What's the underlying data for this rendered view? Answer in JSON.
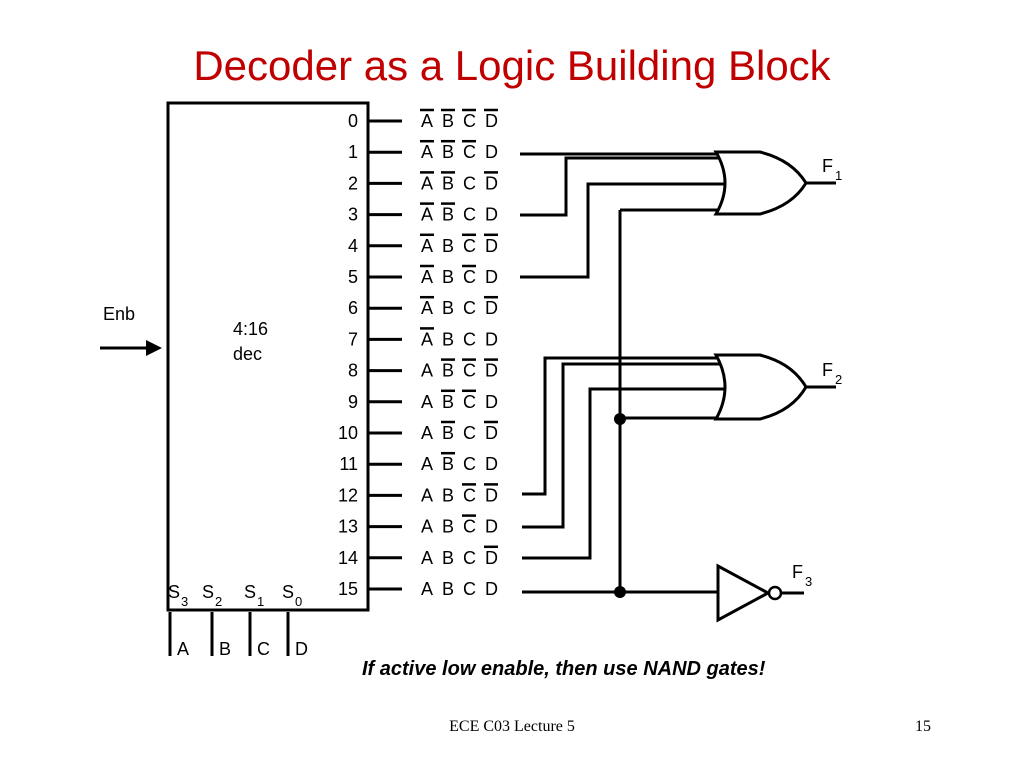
{
  "slide": {
    "title": "Decoder as a Logic Building Block",
    "note": "If active low enable, then use NAND gates!",
    "footer": "ECE C03 Lecture 5",
    "page_number": "15"
  },
  "decoder": {
    "label_line1": "4:16",
    "label_line2": "dec",
    "enable_label": "Enb",
    "outputs": [
      "0",
      "1",
      "2",
      "3",
      "4",
      "5",
      "6",
      "7",
      "8",
      "9",
      "10",
      "11",
      "12",
      "13",
      "14",
      "15"
    ],
    "selects": [
      {
        "s": "S",
        "sub": "3"
      },
      {
        "s": "S",
        "sub": "2"
      },
      {
        "s": "S",
        "sub": "1"
      },
      {
        "s": "S",
        "sub": "0"
      }
    ],
    "inputs": [
      "A",
      "B",
      "C",
      "D"
    ],
    "minterms": [
      [
        {
          "v": "A",
          "bar": true
        },
        {
          "v": "B",
          "bar": true
        },
        {
          "v": "C",
          "bar": true
        },
        {
          "v": "D",
          "bar": true
        }
      ],
      [
        {
          "v": "A",
          "bar": true
        },
        {
          "v": "B",
          "bar": true
        },
        {
          "v": "C",
          "bar": true
        },
        {
          "v": "D",
          "bar": false
        }
      ],
      [
        {
          "v": "A",
          "bar": true
        },
        {
          "v": "B",
          "bar": true
        },
        {
          "v": "C",
          "bar": false
        },
        {
          "v": "D",
          "bar": true
        }
      ],
      [
        {
          "v": "A",
          "bar": true
        },
        {
          "v": "B",
          "bar": true
        },
        {
          "v": "C",
          "bar": false
        },
        {
          "v": "D",
          "bar": false
        }
      ],
      [
        {
          "v": "A",
          "bar": true
        },
        {
          "v": "B",
          "bar": false
        },
        {
          "v": "C",
          "bar": true
        },
        {
          "v": "D",
          "bar": true
        }
      ],
      [
        {
          "v": "A",
          "bar": true
        },
        {
          "v": "B",
          "bar": false
        },
        {
          "v": "C",
          "bar": true
        },
        {
          "v": "D",
          "bar": false
        }
      ],
      [
        {
          "v": "A",
          "bar": true
        },
        {
          "v": "B",
          "bar": false
        },
        {
          "v": "C",
          "bar": false
        },
        {
          "v": "D",
          "bar": true
        }
      ],
      [
        {
          "v": "A",
          "bar": true
        },
        {
          "v": "B",
          "bar": false
        },
        {
          "v": "C",
          "bar": false
        },
        {
          "v": "D",
          "bar": false
        }
      ],
      [
        {
          "v": "A",
          "bar": false
        },
        {
          "v": "B",
          "bar": true
        },
        {
          "v": "C",
          "bar": true
        },
        {
          "v": "D",
          "bar": true
        }
      ],
      [
        {
          "v": "A",
          "bar": false
        },
        {
          "v": "B",
          "bar": true
        },
        {
          "v": "C",
          "bar": true
        },
        {
          "v": "D",
          "bar": false
        }
      ],
      [
        {
          "v": "A",
          "bar": false
        },
        {
          "v": "B",
          "bar": true
        },
        {
          "v": "C",
          "bar": false
        },
        {
          "v": "D",
          "bar": true
        }
      ],
      [
        {
          "v": "A",
          "bar": false
        },
        {
          "v": "B",
          "bar": true
        },
        {
          "v": "C",
          "bar": false
        },
        {
          "v": "D",
          "bar": false
        }
      ],
      [
        {
          "v": "A",
          "bar": false
        },
        {
          "v": "B",
          "bar": false
        },
        {
          "v": "C",
          "bar": true
        },
        {
          "v": "D",
          "bar": true
        }
      ],
      [
        {
          "v": "A",
          "bar": false
        },
        {
          "v": "B",
          "bar": false
        },
        {
          "v": "C",
          "bar": true
        },
        {
          "v": "D",
          "bar": false
        }
      ],
      [
        {
          "v": "A",
          "bar": false
        },
        {
          "v": "B",
          "bar": false
        },
        {
          "v": "C",
          "bar": false
        },
        {
          "v": "D",
          "bar": true
        }
      ],
      [
        {
          "v": "A",
          "bar": false
        },
        {
          "v": "B",
          "bar": false
        },
        {
          "v": "C",
          "bar": false
        },
        {
          "v": "D",
          "bar": false
        }
      ]
    ]
  },
  "gates": [
    {
      "type": "OR",
      "out": "F",
      "sub": "1"
    },
    {
      "type": "OR",
      "out": "F",
      "sub": "2"
    },
    {
      "type": "NOT",
      "out": "F",
      "sub": "3"
    }
  ]
}
